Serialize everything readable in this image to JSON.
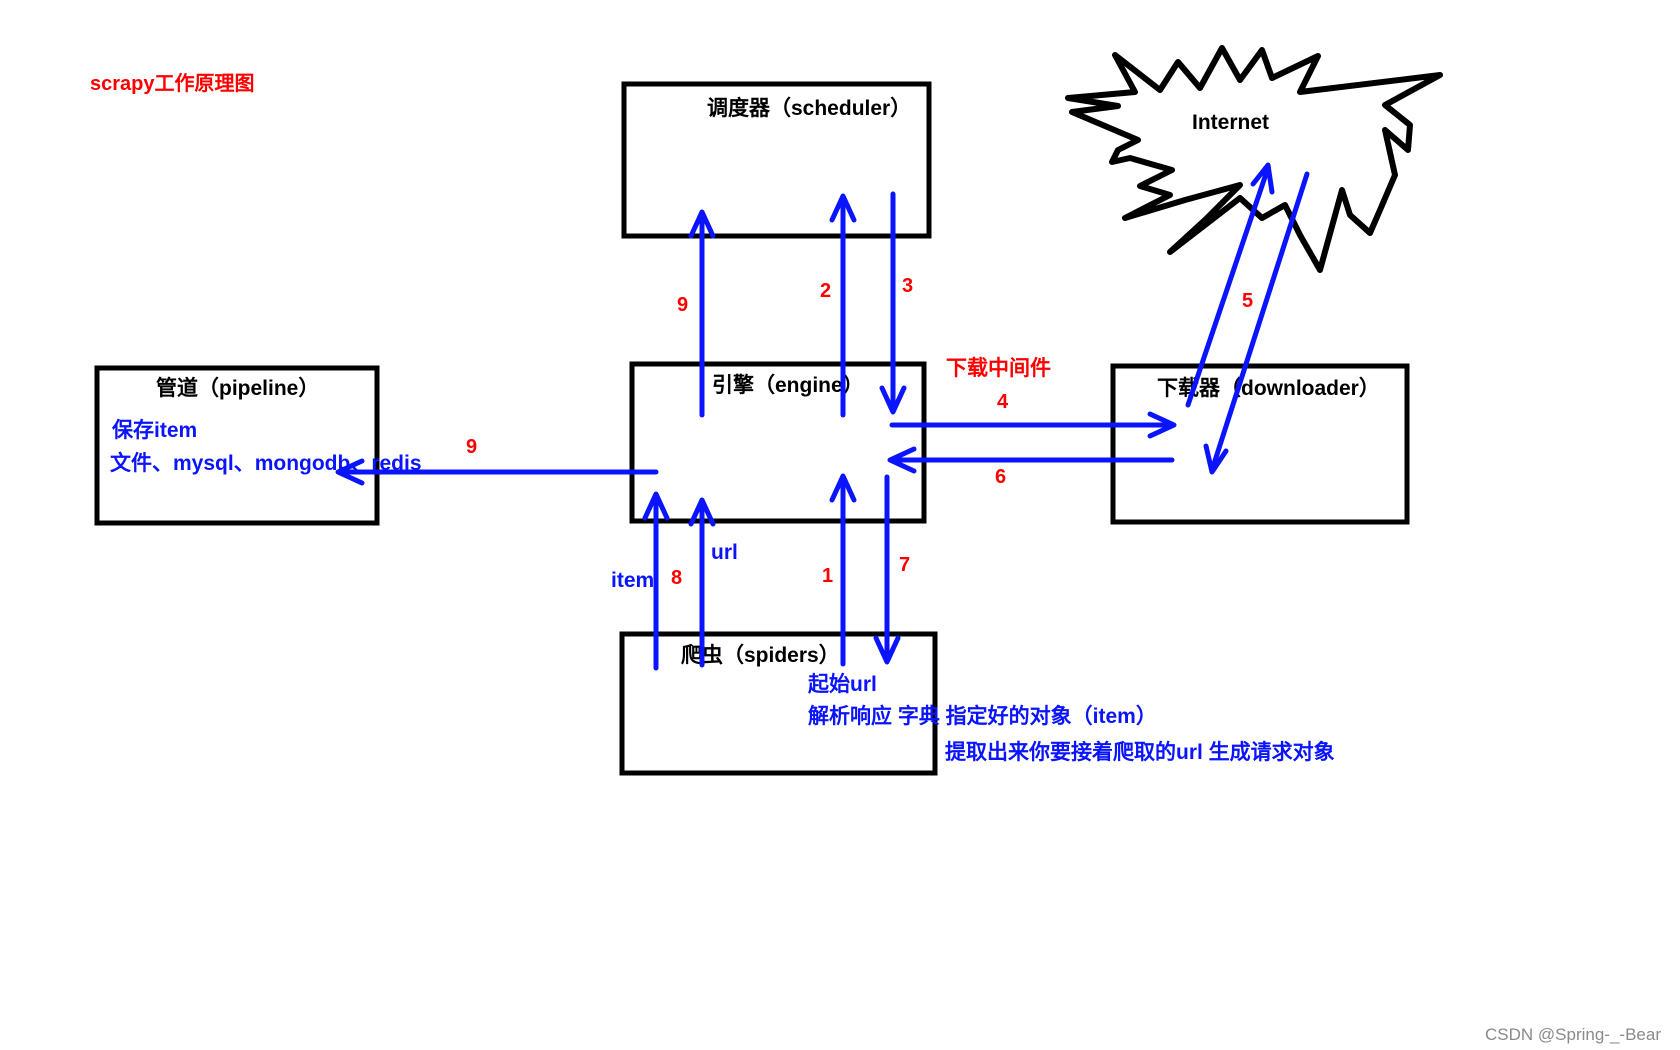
{
  "diagram": {
    "title": "scrapy工作原理图",
    "nodes": {
      "scheduler": {
        "label": "调度器（scheduler）"
      },
      "engine": {
        "label": "引擎（engine）"
      },
      "pipeline": {
        "label": "管道（pipeline）",
        "note1": "保存item",
        "note2": "文件、mysql、mongodb、redis"
      },
      "downloader": {
        "label": "下载器（downloader）"
      },
      "spiders": {
        "label": "爬虫（spiders）",
        "note1": "起始url",
        "note2": "解析响应  字典  指定好的对象（item）",
        "note3": "提取出来你要接着爬取的url  生成请求对象"
      },
      "internet": {
        "label": "Internet"
      }
    },
    "middleware_label": "下载中间件",
    "edge_labels": {
      "n1": "1",
      "n2": "2",
      "n3": "3",
      "n4": "4",
      "n5": "5",
      "n6": "6",
      "n7": "7",
      "n8": "8",
      "n9a": "9",
      "n9b": "9",
      "item": "item",
      "url": "url"
    },
    "colors": {
      "arrow": "#0a14ff",
      "step": "#ff0000",
      "box": "#000000"
    }
  },
  "watermark": "CSDN @Spring-_-Bear"
}
